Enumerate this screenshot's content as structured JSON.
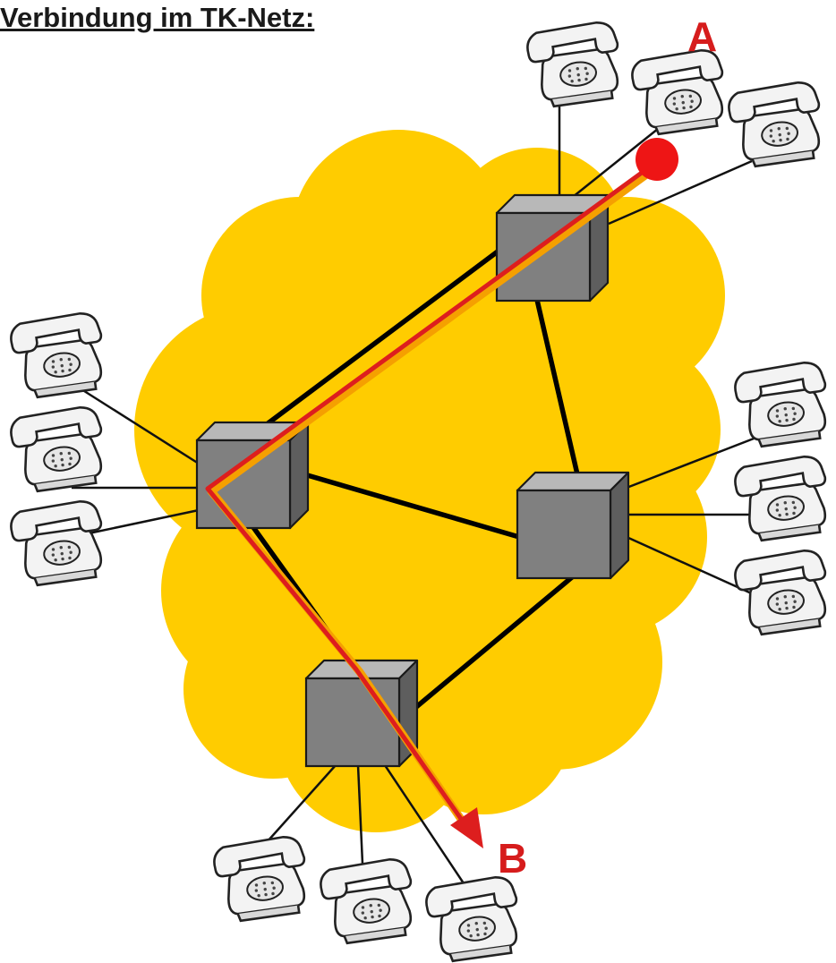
{
  "title": "Verbindung im TK-Netz:",
  "endpoints": {
    "a_label": "A",
    "b_label": "B"
  },
  "colors": {
    "cloud": "#FFCC00",
    "switch_front": "#808080",
    "switch_top": "#b8b8b8",
    "switch_side": "#5e5e5e",
    "trunk_line": "#000000",
    "path": "#dd1e1e",
    "path_highlight": "#f5a000",
    "label": "#d61c1c"
  },
  "network": {
    "switches": [
      "switch-top",
      "switch-left",
      "switch-right",
      "switch-bottom"
    ],
    "telephone_groups": [
      {
        "switch": "switch-top",
        "count": 3
      },
      {
        "switch": "switch-left",
        "count": 3
      },
      {
        "switch": "switch-right",
        "count": 3
      },
      {
        "switch": "switch-bottom",
        "count": 3
      }
    ],
    "route": [
      "A",
      "switch-top",
      "switch-left",
      "switch-bottom",
      "B"
    ]
  }
}
